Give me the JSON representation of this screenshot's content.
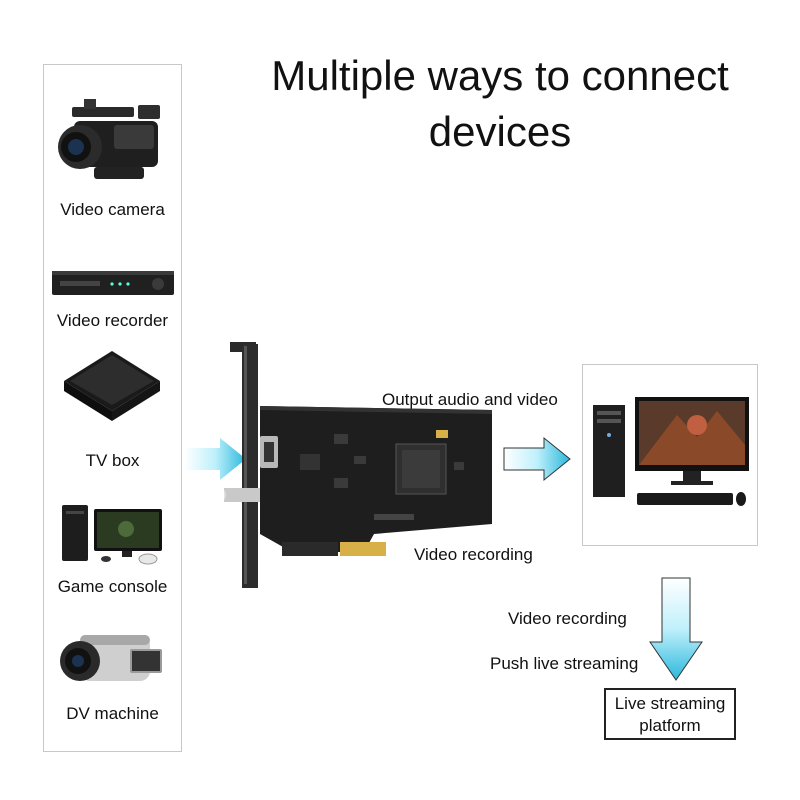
{
  "title": "Multiple ways to connect devices",
  "devices": [
    {
      "label": "Video camera",
      "icon": "video-camera-icon"
    },
    {
      "label": "Video recorder",
      "icon": "video-recorder-icon"
    },
    {
      "label": "TV box",
      "icon": "tv-box-icon"
    },
    {
      "label": "Game console",
      "icon": "game-console-icon"
    },
    {
      "label": "DV machine",
      "icon": "dv-machine-icon"
    }
  ],
  "labels": {
    "output": "Output audio and video",
    "recording_card": "Video recording",
    "recording_stream": "Video recording",
    "push": "Push live streaming",
    "live": "Live streaming platform"
  },
  "colors": {
    "arrow_light": "#bff0fb",
    "arrow_dark": "#2bb8dc",
    "pcb": "#1e1e1e",
    "gold": "#d8b048"
  }
}
